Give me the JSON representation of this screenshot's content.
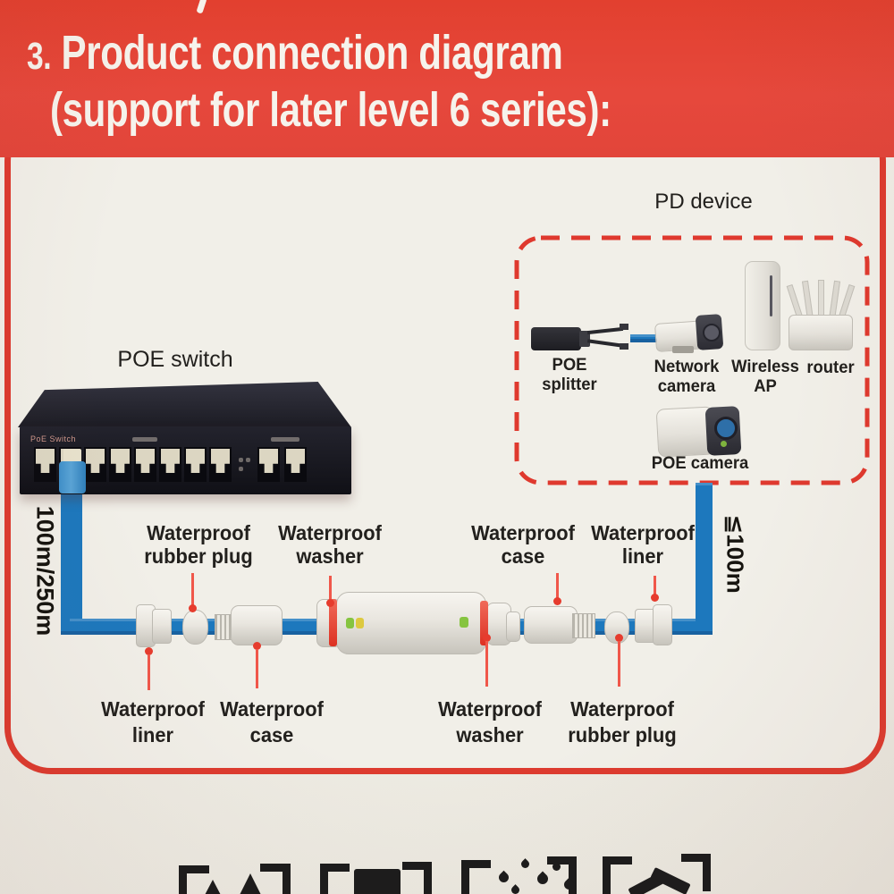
{
  "header": {
    "title_number": "3.",
    "title_line1": "Product connection diagram",
    "title_line2": "(support for later level 6 series):"
  },
  "pd_section": {
    "title": "PD device",
    "devices": {
      "poe_splitter": "POE\nsplitter",
      "network_camera": "Network\ncamera",
      "wireless_ap": "Wireless\nAP",
      "router": "router",
      "poe_camera": "POE camera"
    }
  },
  "switch": {
    "label": "POE switch",
    "device_text": "PoE Switch"
  },
  "cables": {
    "left_length": "100m/250m",
    "right_length": "≦100m"
  },
  "annotations": {
    "top_rubber_plug": "Waterproof\nrubber plug",
    "top_washer": "Waterproof\nwasher",
    "top_case": "Waterproof\ncase",
    "top_liner": "Waterproof\nliner",
    "bottom_liner": "Waterproof\nliner",
    "bottom_case": "Waterproof\ncase",
    "bottom_washer": "Waterproof\nwasher",
    "bottom_rubber_plug": "Waterproof\nrubber plug"
  },
  "footer": {
    "icons": [
      "mountains-icon",
      "solid-square-icon",
      "raindrops-icon",
      "recycle-icon"
    ]
  },
  "colors": {
    "background_red": "#e2453a",
    "panel_cream": "#f1efe8",
    "border_red": "#dd3b2f",
    "cable_blue": "#1d78bd",
    "annotation_red": "#e63c2e",
    "text_black": "#22201d",
    "led_green": "#86c440",
    "led_yellow": "#ddc93f"
  }
}
